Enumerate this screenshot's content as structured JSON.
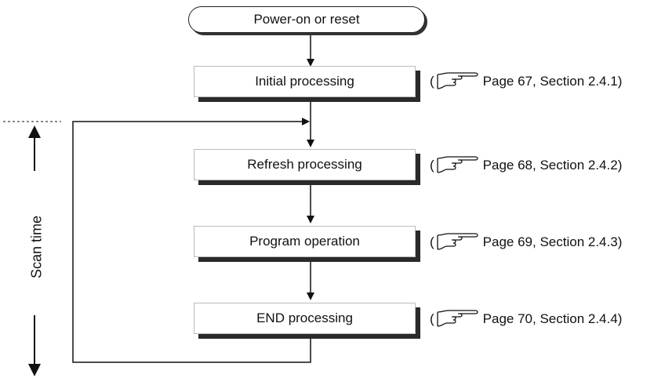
{
  "start": {
    "label": "Power-on or reset"
  },
  "steps": [
    {
      "label": "Initial processing",
      "ref": "Page 67, Section 2.4.1"
    },
    {
      "label": "Refresh processing",
      "ref": "Page 68, Section 2.4.2"
    },
    {
      "label": "Program operation",
      "ref": "Page 69, Section 2.4.3"
    },
    {
      "label": "END processing",
      "ref": "Page 70, Section 2.4.4"
    }
  ],
  "ref_open": "(",
  "ref_close": ")",
  "scan_label": "Scan time"
}
